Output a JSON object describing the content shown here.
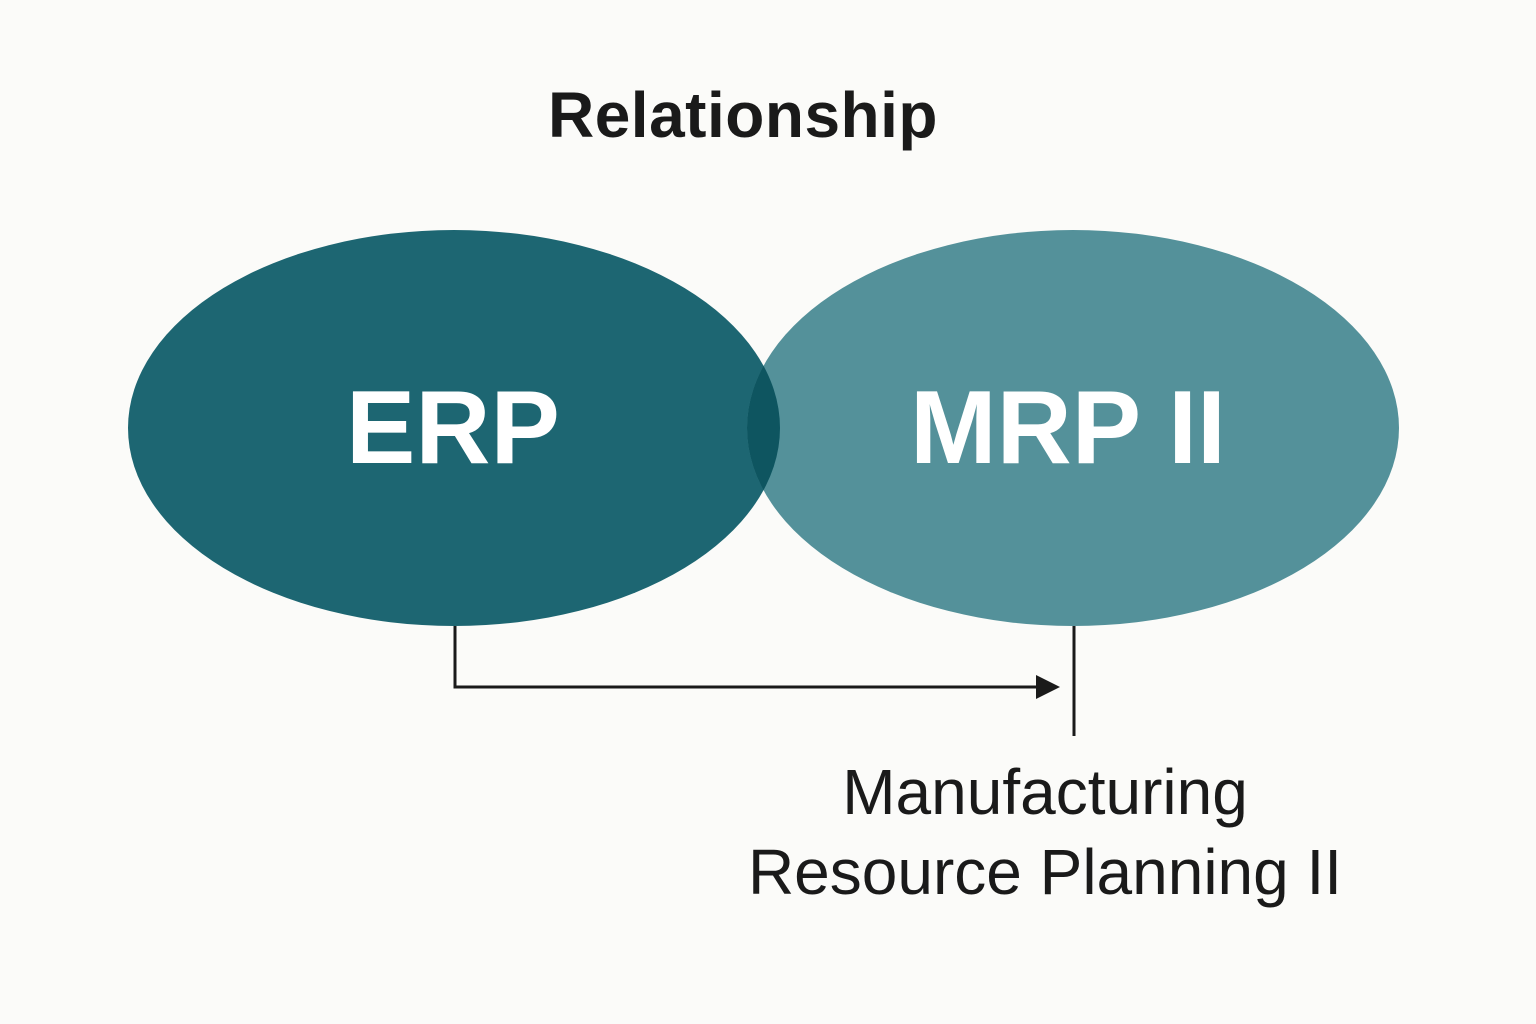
{
  "title": "Relationship",
  "nodes": {
    "erp": {
      "label": "ERP",
      "color": "#1d6672"
    },
    "mrp": {
      "label": "MRP II",
      "color": "#54919a"
    },
    "overlap_color": "#0e5560"
  },
  "caption": {
    "line1": "Manufacturing",
    "line2": "Resource Planning II"
  },
  "connector": {
    "from": "ERP",
    "to": "MRP II",
    "color": "#1a1a1a"
  }
}
